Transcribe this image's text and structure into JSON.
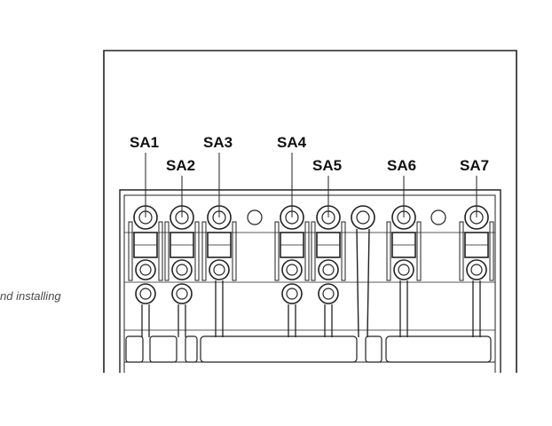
{
  "side_caption": "nd installing",
  "fuse_labels": [
    "SA1",
    "SA2",
    "SA3",
    "SA4",
    "SA5",
    "SA6",
    "SA7"
  ],
  "colors": {
    "line": "#222222",
    "background": "#ffffff",
    "caption": "#4a4a4a"
  }
}
